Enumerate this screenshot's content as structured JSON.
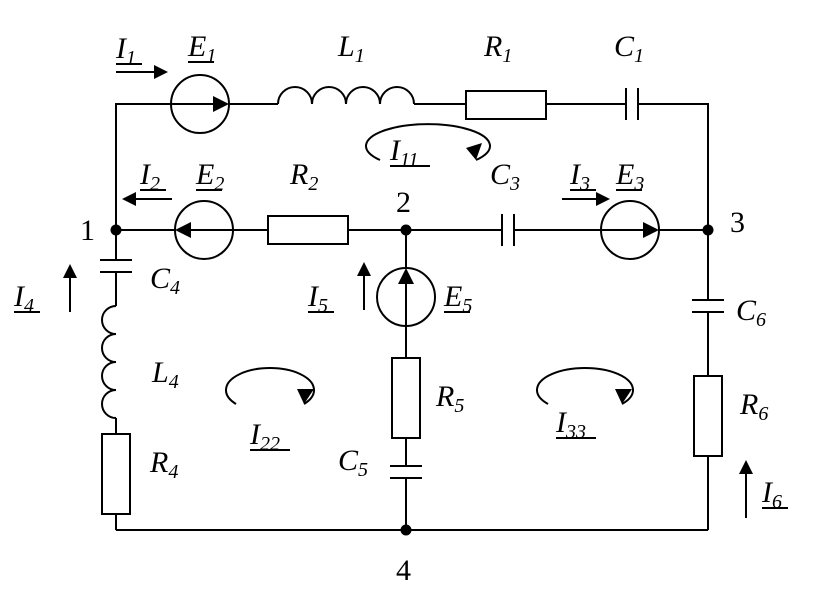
{
  "nodes": [
    "1",
    "2",
    "3",
    "4"
  ],
  "currents": [
    {
      "id": "I1",
      "base": "I",
      "sub": "1"
    },
    {
      "id": "I2",
      "base": "I",
      "sub": "2"
    },
    {
      "id": "I3",
      "base": "I",
      "sub": "3"
    },
    {
      "id": "I4",
      "base": "I",
      "sub": "4"
    },
    {
      "id": "I5",
      "base": "I",
      "sub": "5"
    },
    {
      "id": "I6",
      "base": "I",
      "sub": "6"
    }
  ],
  "loop_currents": [
    {
      "id": "I11",
      "base": "I",
      "sub": "11"
    },
    {
      "id": "I22",
      "base": "I",
      "sub": "22"
    },
    {
      "id": "I33",
      "base": "I",
      "sub": "33"
    }
  ],
  "sources": [
    {
      "id": "E1",
      "base": "E",
      "sub": "1"
    },
    {
      "id": "E2",
      "base": "E",
      "sub": "2"
    },
    {
      "id": "E3",
      "base": "E",
      "sub": "3"
    },
    {
      "id": "E5",
      "base": "E",
      "sub": "5"
    }
  ],
  "resistors": [
    {
      "id": "R1",
      "base": "R",
      "sub": "1"
    },
    {
      "id": "R2",
      "base": "R",
      "sub": "2"
    },
    {
      "id": "R4",
      "base": "R",
      "sub": "4"
    },
    {
      "id": "R5",
      "base": "R",
      "sub": "5"
    },
    {
      "id": "R6",
      "base": "R",
      "sub": "6"
    }
  ],
  "inductors": [
    {
      "id": "L1",
      "base": "L",
      "sub": "1"
    },
    {
      "id": "L4",
      "base": "L",
      "sub": "4"
    }
  ],
  "capacitors": [
    {
      "id": "C1",
      "base": "C",
      "sub": "1"
    },
    {
      "id": "C3",
      "base": "C",
      "sub": "3"
    },
    {
      "id": "C4",
      "base": "C",
      "sub": "4"
    },
    {
      "id": "C5",
      "base": "C",
      "sub": "5"
    },
    {
      "id": "C6",
      "base": "C",
      "sub": "6"
    }
  ]
}
